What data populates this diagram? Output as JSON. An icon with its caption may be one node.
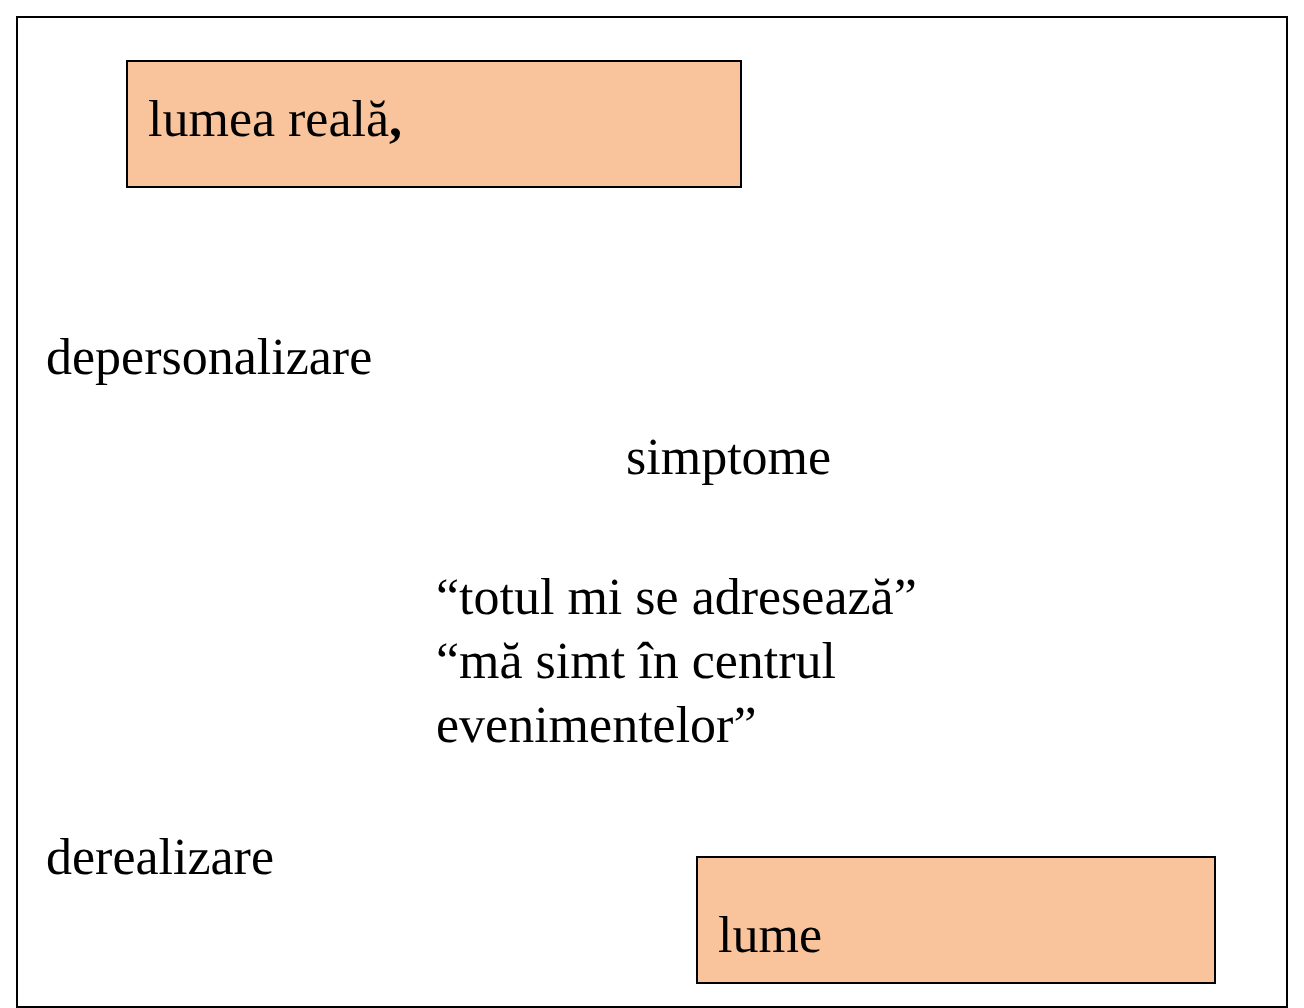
{
  "diagram": {
    "nodes": [
      {
        "text": [],
        "shape": "box"
      },
      {
        "text": [
          "lumea reală**,**"
        ],
        "in": 0
      },
      {
        "text": [
          "lume"
        ],
        "in": 0
      }
    ],
    "labels": [
      "depersonalizare",
      "simptome",
      "“totul mi se adresează”",
      "“mă simt în centrul evenimentelor”",
      "derealizare"
    ]
  }
}
